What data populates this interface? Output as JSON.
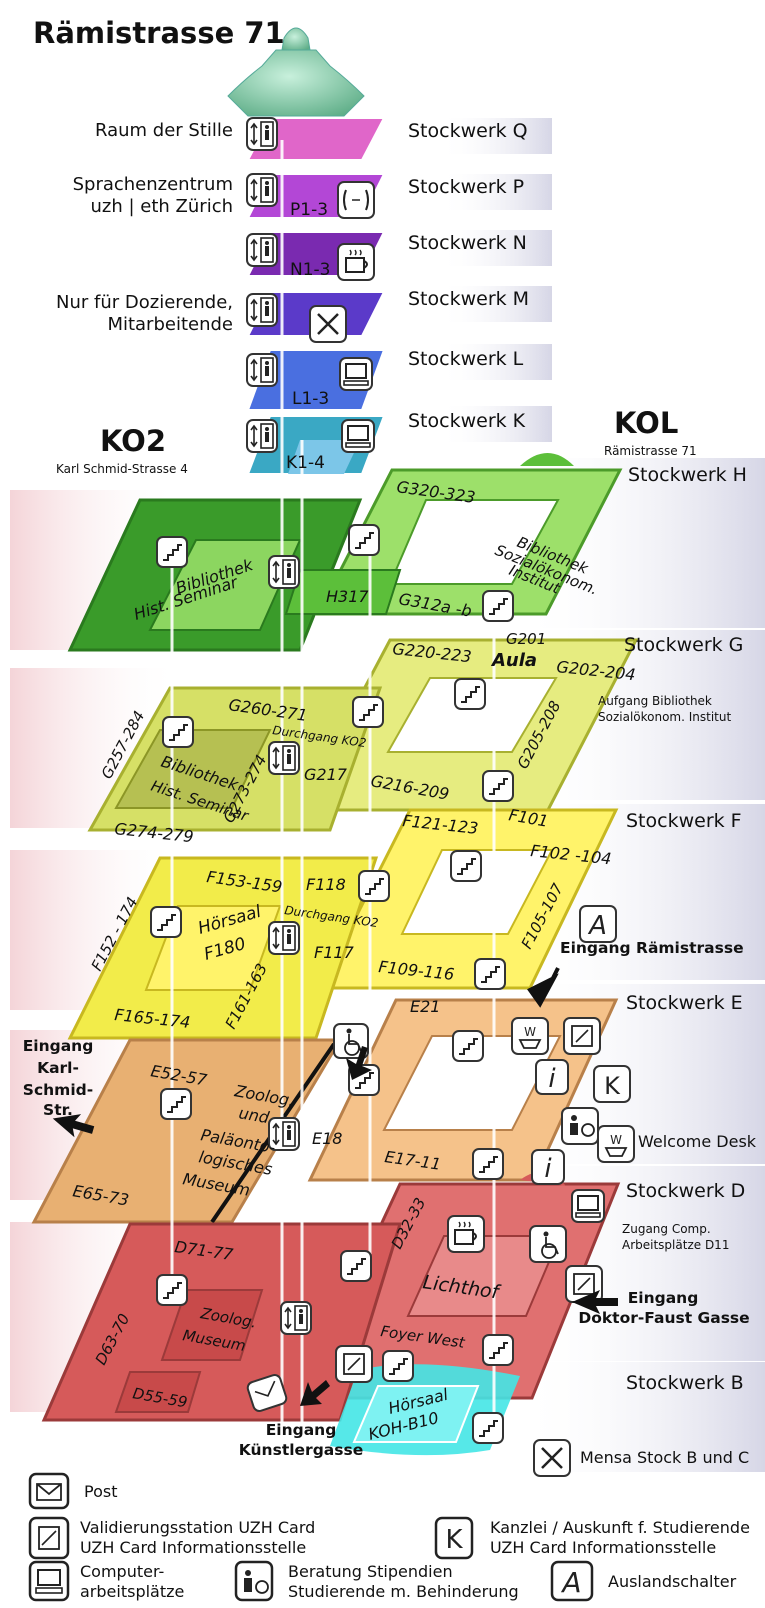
{
  "title": "Rämistrasse 71",
  "buildings": {
    "ko2": {
      "name": "KO2",
      "address": "Karl Schmid-Strasse 4"
    },
    "kol": {
      "name": "KOL",
      "address": "Rämistrasse 71"
    }
  },
  "floors": {
    "q": "Stockwerk Q",
    "p": "Stockwerk P",
    "n": "Stockwerk N",
    "m": "Stockwerk M",
    "l": "Stockwerk L",
    "k": "Stockwerk K",
    "h": "Stockwerk H",
    "g": "Stockwerk G",
    "f": "Stockwerk F",
    "e": "Stockwerk E",
    "d": "Stockwerk D",
    "b": "Stockwerk B"
  },
  "left_labels": {
    "raum_der_stille": "Raum der Stille",
    "sprachenzentrum_1": "Sprachenzentrum",
    "sprachenzentrum_2": "uzh | eth Zürich",
    "dozierende_1": "Nur für Dozierende,",
    "dozierende_2": "Mitarbeitende"
  },
  "rooms": {
    "p": "P1-3",
    "n": "N1-3",
    "l": "L1-3",
    "k": "K1-4",
    "g320": "G320-323",
    "h317": "H317",
    "g312": "G312a -b",
    "bib_hist_h1": "Bibliothek",
    "bib_hist_h2": "Hist. Seminar",
    "bib_soz_1": "Bibliothek",
    "bib_soz_2": "Sozialökonom.",
    "bib_soz_3": "Institut",
    "g201": "G201",
    "aula": "Aula",
    "g220": "G220-223",
    "g202": "G202-204",
    "g260": "G260-271",
    "durchgang_g": "Durchgang KO2",
    "g257": "G257-284",
    "bib_hist_g1": "Bibliothek",
    "bib_hist_g2": "Hist. Seminar",
    "g217": "G217",
    "g216": "G216-209",
    "g205": "G205-208",
    "g273": "G273-274",
    "g274": "G274-279",
    "f121": "F121-123",
    "f101": "F101",
    "f102": "F102 -104",
    "f153": "F153-159",
    "f118": "F118",
    "durchgang_f": "Durchgang KO2",
    "f152": "F152 - 174",
    "hoersaal_f1": "Hörsaal",
    "hoersaal_f2": "F180",
    "f117": "F117",
    "f109": "F109-116",
    "f105": "F105-107",
    "f161": "F161-163",
    "f165": "F165-174",
    "e21": "E21",
    "e52": "E52-57",
    "zoolog_1": "Zoolog.",
    "zoolog_2": "und",
    "zoolog_3": "Paläonto-",
    "zoolog_4": "logisches",
    "zoolog_5": "Museum",
    "e18": "E18",
    "e17": "E17-11",
    "e65": "E65-73",
    "d71": "D71-77",
    "d32": "D32-33",
    "lichthof": "Lichthof",
    "d63": "D63-70",
    "zoolog_d1": "Zoolog.",
    "zoolog_d2": "Museum",
    "foyer": "Foyer West",
    "d55": "D55-59",
    "hoersaal_b1": "Hörsaal",
    "hoersaal_b2": "KOH-B10"
  },
  "entrances": {
    "raemistrasse": "Eingang Rämistrasse",
    "karl_1": "Eingang",
    "karl_2": "Karl-",
    "karl_3": "Schmid-Str.",
    "faust_1": "Eingang",
    "faust_2": "Doktor-Faust Gasse",
    "kuenstler_1": "Eingang",
    "kuenstler_2": "Künstlergasse"
  },
  "notes": {
    "aufgang_1": "Aufgang Bibliothek",
    "aufgang_2": "Sozialökonom. Institut",
    "zugang_1": "Zugang Comp.",
    "zugang_2": "Arbeitsplätze D11",
    "welcome": "Welcome Desk",
    "mensa": "Mensa Stock B und C"
  },
  "legend": {
    "post": "Post",
    "validierung_1": "Validierungsstation UZH Card",
    "validierung_2": "UZH Card Informationsstelle",
    "kanzlei_1": "Kanzlei / Auskunft f. Studierende",
    "kanzlei_2": "UZH Card Informationsstelle",
    "computer_1": "Computer-",
    "computer_2": "arbeitsplätze",
    "beratung_1": "Beratung Stipendien",
    "beratung_2": "Studierende m. Behinderung",
    "ausland": "Auslandschalter"
  },
  "icons": [
    "stairs-icon",
    "elevator-icon",
    "cafe-icon",
    "restaurant-icon",
    "computer-icon",
    "post-icon",
    "validation-icon",
    "info-icon",
    "wheelchair-icon",
    "welcome-desk-icon",
    "counselling-icon",
    "kanzlei-icon",
    "ausland-icon",
    "interpreting-icon"
  ],
  "colors": {
    "floor_q": "#e066c9",
    "floor_p": "#b347d6",
    "floor_n": "#7a2ab0",
    "floor_m": "#5b3ac9",
    "floor_l": "#4a6fe0",
    "floor_k": "#3aa8c4",
    "floor_h": "#5cbf3a",
    "floor_g": "#d6e066",
    "floor_f": "#f2ec4a",
    "floor_e": "#e8b072",
    "floor_d": "#d65a5a",
    "floor_b": "#44e6e6",
    "band_gray": "#d9d9e6",
    "band_pink": "#f2d6da",
    "tower_green": "#8cd6b0"
  }
}
